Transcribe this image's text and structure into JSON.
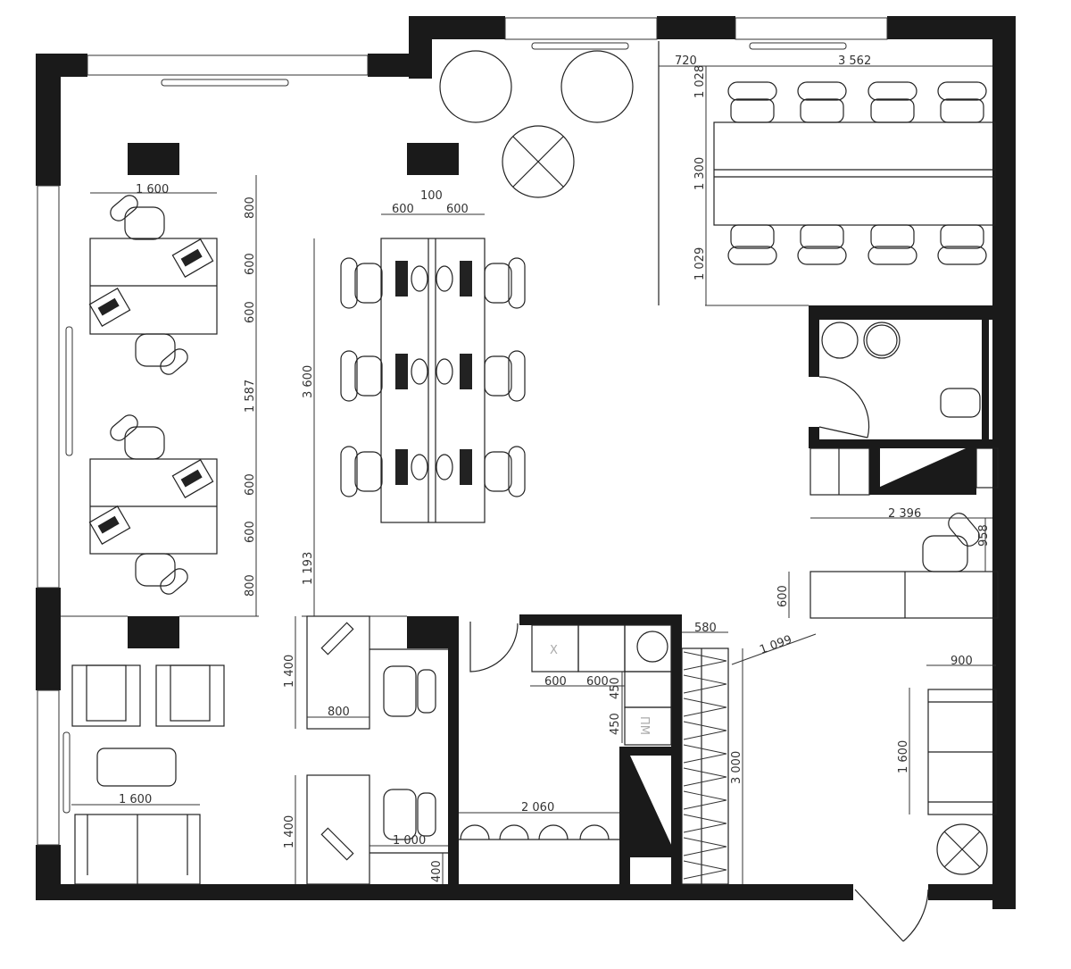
{
  "plan": {
    "type": "office floor plan",
    "colors": {
      "wall": "#1a1a1a",
      "line": "#222222",
      "background": "#ffffff"
    },
    "dimensions": {
      "ws_left_width": "1 600",
      "ws_left_v1": "800",
      "ws_left_v2": "600",
      "ws_left_v3": "600",
      "ws_left_v4": "1 587",
      "ws_left_v5": "600",
      "ws_left_v6": "600",
      "ws_left_v7": "800",
      "bench_gap": "100",
      "bench_left": "600",
      "bench_right": "600",
      "bench_length": "3 600",
      "bench_clear": "1 193",
      "meeting_offset": "720",
      "meeting_width": "3 562",
      "meeting_top": "1 028",
      "meeting_table": "1 300",
      "meeting_bottom": "1 029",
      "reception_width": "2 396",
      "reception_clear": "958",
      "reception_depth": "600",
      "diag": "1 099",
      "corridor_580": "580",
      "corridor_3000": "3 000",
      "kitchen_600a": "600",
      "kitchen_600b": "600",
      "kitchen_450a": "450",
      "kitchen_450b": "450",
      "kitchen_bench": "2 060",
      "office_1400a": "1 400",
      "office_800": "800",
      "office_1400b": "1 400",
      "office_1000": "1 000",
      "office_400": "400",
      "lounge_sofa": "1 600",
      "entry_sofa_w": "900",
      "entry_sofa_l": "1 600"
    },
    "appliance_labels": {
      "fridge": "X",
      "dishwasher": "ПМ"
    }
  }
}
